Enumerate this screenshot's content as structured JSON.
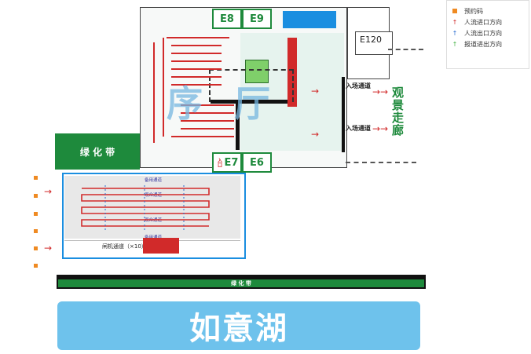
{
  "legend": {
    "items": [
      {
        "marker": "orange-square",
        "label": "预约码",
        "color": "#ef8a22"
      },
      {
        "marker": "red-arrow",
        "label": "人流进口方向",
        "color": "#d12a2a"
      },
      {
        "marker": "blue-arrow",
        "label": "人流出口方向",
        "color": "#2a6dd1"
      },
      {
        "marker": "green-arrow",
        "label": "报道进出方向",
        "color": "#49b34a"
      }
    ]
  },
  "gates": {
    "e8": "E8",
    "e9": "E9",
    "e120": "E120",
    "e7": "E7",
    "e7_entry": "入口",
    "e6": "E6"
  },
  "hall": {
    "watermark": "序厅"
  },
  "green_belts": {
    "left": "绿 化 带",
    "bottom": "绿 化 带"
  },
  "entry_passages": [
    "入场通道",
    "入场通道"
  ],
  "viewing_corridor": "观景走廊",
  "lanes": {
    "lane1": "备用通道",
    "lane2": "观众通道",
    "lane3": "观众通道",
    "lane4": "备用通道",
    "gate_lane": "闸机通道（×10）"
  },
  "lake": "如意湖",
  "colors": {
    "green": "#1e8a3c",
    "lake_blue": "#6ec2ec",
    "arrow_red": "#d12a2a",
    "lane_blue": "#2a6dd1",
    "hall_bg": "#e6f3ee",
    "orange": "#ef8a22"
  }
}
